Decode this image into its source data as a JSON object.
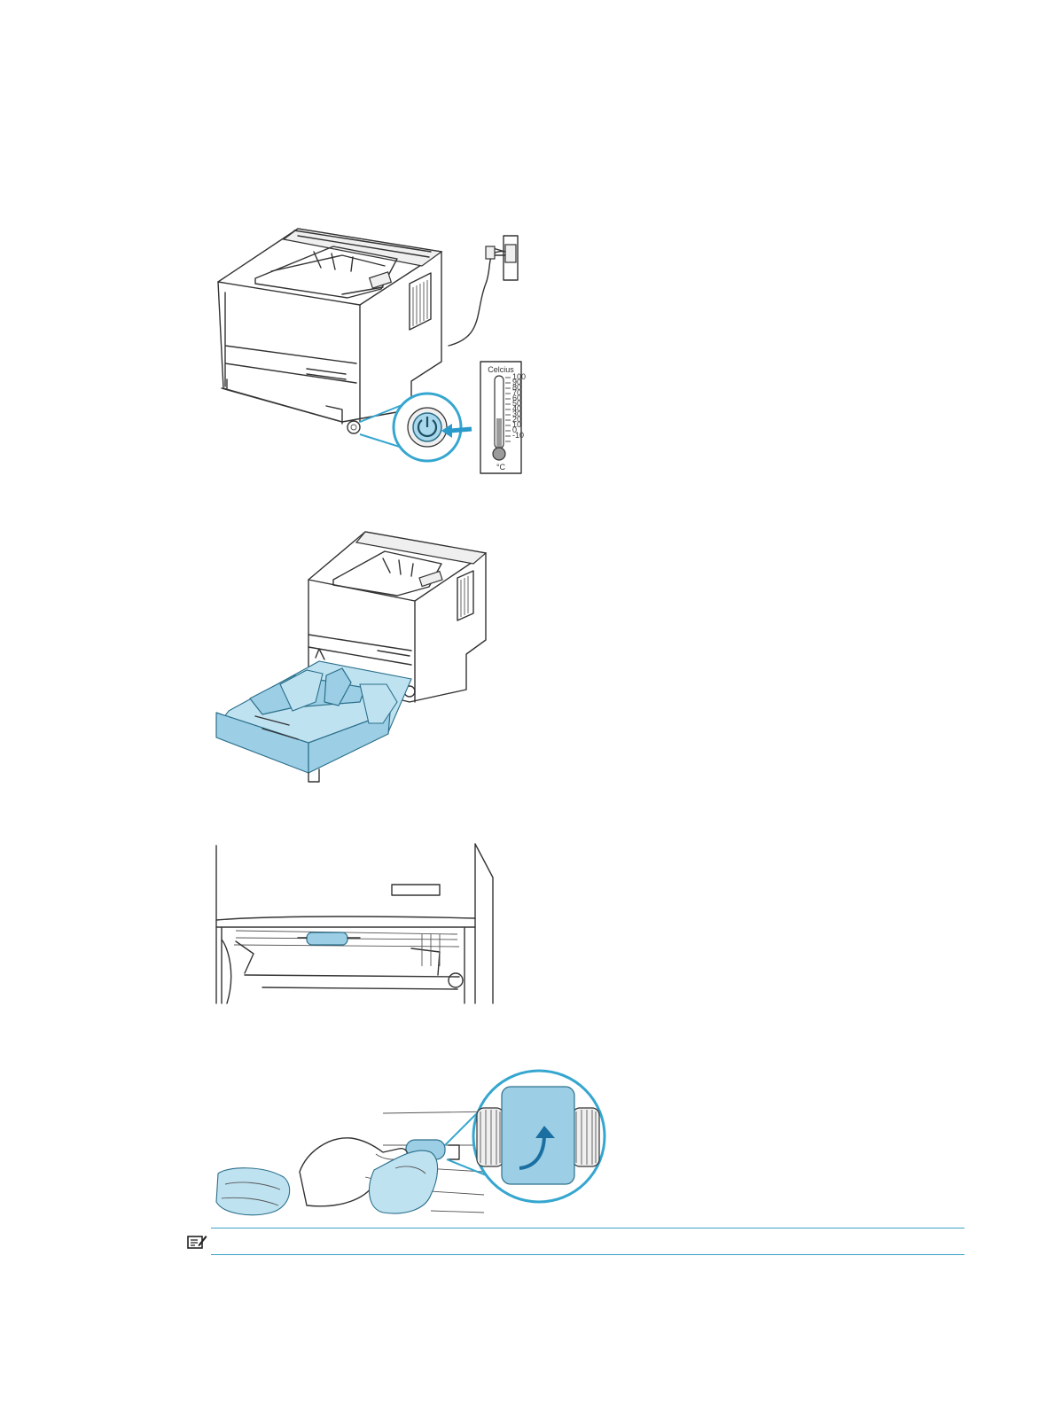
{
  "figures": [
    {
      "id": "power-off-unplug",
      "thermometer": {
        "title": "Celcius",
        "unit": "°C",
        "scale": [
          "100",
          "90",
          "80",
          "70",
          "60",
          "50",
          "40",
          "30",
          "20",
          "10",
          "0",
          "-10"
        ]
      }
    },
    {
      "id": "remove-tray"
    },
    {
      "id": "locate-roller"
    },
    {
      "id": "clean-roller"
    }
  ],
  "colors": {
    "accent": "#35a6cf",
    "highlight_blue": "#9ccfe6",
    "rule": "#3aa3c4"
  },
  "note": {
    "icon": "note-icon"
  }
}
